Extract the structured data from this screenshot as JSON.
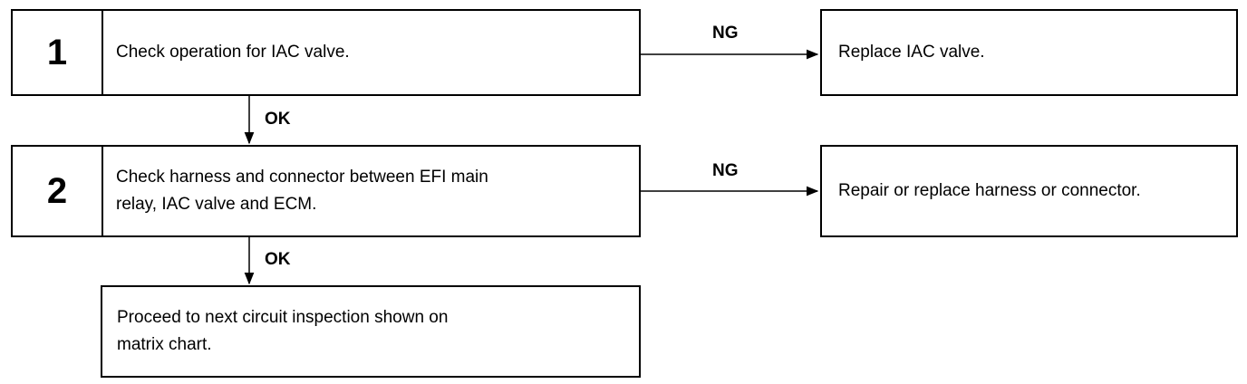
{
  "steps": [
    {
      "number": "1",
      "text": "Check operation for IAC valve.",
      "ng_text": "Replace IAC valve."
    },
    {
      "number": "2",
      "text": "Check harness and connector between EFI main\nrelay, IAC valve and ECM.",
      "ng_text": "Repair or replace harness or connector."
    }
  ],
  "final_step": {
    "text": "Proceed to next circuit inspection shown on\nmatrix chart."
  },
  "labels": {
    "ok": "OK",
    "ng": "NG"
  }
}
